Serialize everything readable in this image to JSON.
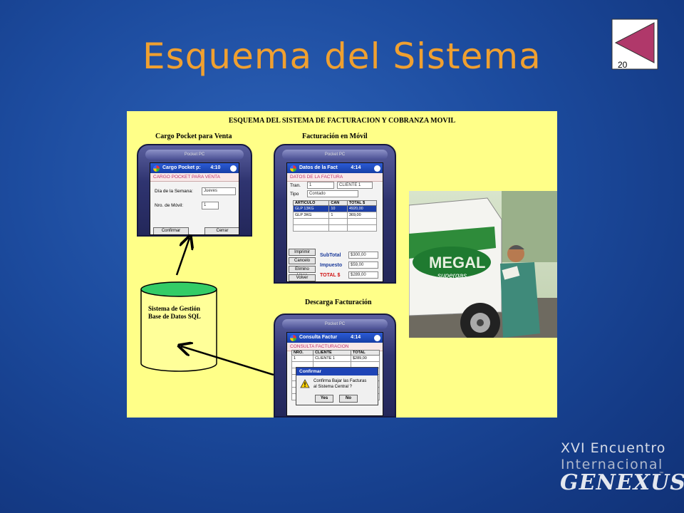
{
  "slide": {
    "title": "Esquema del Sistema",
    "page_number": "20"
  },
  "diagram": {
    "title": "ESQUEMA DEL SISTEMA DE FACTURACION Y COBRANZA MOVIL",
    "captions": {
      "cargo": "Cargo Pocket para Venta",
      "facturacion": "Facturación en Móvil",
      "descarga": "Descarga Facturación"
    },
    "database": {
      "line1": "Sistema de Gestión",
      "line2": "Base de Datos SQL"
    }
  },
  "device_cargo": {
    "top_label": "Pocket PC",
    "window_title": "Cargo Pocket p:",
    "time": "4:10",
    "form_head": "CARGO POCKET PARA VENTA",
    "dia_label": "Día de la Semana:",
    "dia_value": "Jueves",
    "movil_label": "Nro. de Móvil:",
    "movil_value": "1",
    "confirm_button": "Confirmar",
    "close_button": "Cerrar"
  },
  "device_factura": {
    "top_label": "Pocket PC",
    "window_title": "Datos de la Fact",
    "time": "4:14",
    "form_head": "DATOS DE LA FACTURA",
    "tran_label": "Tran.",
    "tran_value": "1",
    "cliente_value": "CLIENTE 1",
    "tipo_label": "Tipo",
    "tipo_value": "Contado",
    "columns": [
      "ARTICULO",
      "CAN",
      "TOTAL $"
    ],
    "rows": [
      [
        "GLP 13KG",
        "10",
        "4920,00"
      ],
      [
        "GLP 3KG",
        "1",
        "369,00"
      ]
    ],
    "buttons": [
      "Imprimir",
      "Cancelo",
      "Elimino Línea",
      "Volver"
    ],
    "subtotal_label": "SubTotal",
    "subtotal_value": "$300,00",
    "impuesto_label": "Impuesto",
    "impuesto_value": "$59,00",
    "total_label": "TOTAL $",
    "total_value": "$289,00"
  },
  "device_descarga": {
    "top_label": "Pocket PC",
    "window_title": "Consulta Factur",
    "time": "4:14",
    "form_head": "CONSULTA FACTURACION",
    "columns": [
      "NRO.",
      "CLIENTE",
      "TOTAL"
    ],
    "rows": [
      [
        "1",
        "CLIENTE 1",
        "$289,00"
      ]
    ],
    "dialog_title": "Confirmar",
    "dialog_line1": "Confirma Bajar las Facturas",
    "dialog_line2": "al Sistema Central ?",
    "yes_button": "Yes",
    "no_button": "No"
  },
  "photo": {
    "truck_brand": "MEGAL",
    "truck_sub": "supergas"
  },
  "logo": {
    "line1": "XVI Encuentro",
    "line2": "Internacional",
    "brand": "GENEXUS",
    "tm": "™"
  },
  "colors": {
    "background": "#1c4b9e",
    "title": "#f0a030",
    "panel": "#ffff88",
    "cylinder": "#ffff99",
    "cylinder_top": "#33cc66"
  }
}
